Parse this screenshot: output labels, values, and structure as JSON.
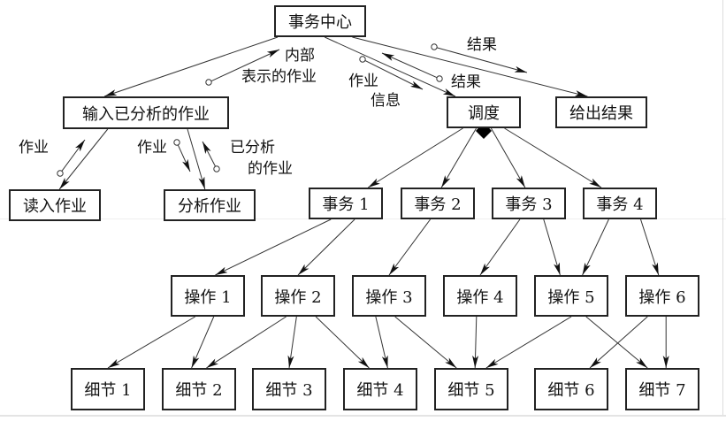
{
  "diagram": {
    "type": "transaction-structure-chart",
    "nodes": {
      "center": "事务中心",
      "input": "输入已分析的作业",
      "dispatch": "调度",
      "output": "给出结果",
      "read": "读入作业",
      "analyze": "分析作业",
      "t1": "事务 1",
      "t2": "事务 2",
      "t3": "事务 3",
      "t4": "事务 4",
      "o1": "操作 1",
      "o2": "操作 2",
      "o3": "操作 3",
      "o4": "操作 4",
      "o5": "操作 5",
      "o6": "操作 6",
      "d1": "细节 1",
      "d2": "细节 2",
      "d3": "细节 3",
      "d4": "细节 4",
      "d5": "细节 5",
      "d6": "细节 6",
      "d7": "细节 7"
    },
    "flow_labels": {
      "internal_job_1": "内部",
      "internal_job_2": "表示的作业",
      "job_info_1": "作业",
      "job_info_2": "信息",
      "result_to_center": "结果",
      "result_to_output": "结果",
      "job_from_read": "作业",
      "job_to_analyze": "作业",
      "analyzed_job_1": "已分析",
      "analyzed_job_2": "的作业"
    },
    "edges": [
      [
        "center",
        "input"
      ],
      [
        "center",
        "dispatch"
      ],
      [
        "center",
        "output"
      ],
      [
        "input",
        "read"
      ],
      [
        "input",
        "analyze"
      ],
      [
        "dispatch",
        "t1"
      ],
      [
        "dispatch",
        "t2"
      ],
      [
        "dispatch",
        "t3"
      ],
      [
        "dispatch",
        "t4"
      ],
      [
        "t1",
        "o1"
      ],
      [
        "t1",
        "o2"
      ],
      [
        "t2",
        "o3"
      ],
      [
        "t3",
        "o4"
      ],
      [
        "t3",
        "o5"
      ],
      [
        "t4",
        "o5"
      ],
      [
        "t4",
        "o6"
      ],
      [
        "o1",
        "d1"
      ],
      [
        "o1",
        "d2"
      ],
      [
        "o2",
        "d2"
      ],
      [
        "o2",
        "d3"
      ],
      [
        "o2",
        "d4"
      ],
      [
        "o3",
        "d4"
      ],
      [
        "o3",
        "d5"
      ],
      [
        "o4",
        "d5"
      ],
      [
        "o5",
        "d5"
      ],
      [
        "o5",
        "d7"
      ],
      [
        "o6",
        "d6"
      ],
      [
        "o6",
        "d7"
      ]
    ],
    "transaction_selector": "diamond"
  }
}
